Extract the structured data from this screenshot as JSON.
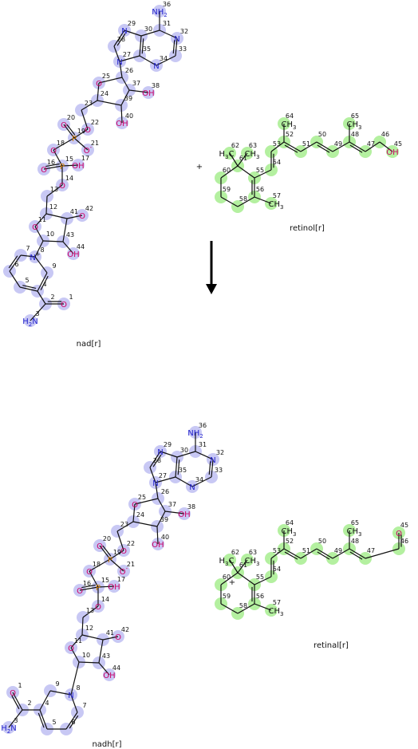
{
  "reaction": {
    "reactants": [
      {
        "name": "nad[r]"
      },
      {
        "name": "retinol[r]"
      }
    ],
    "products": [
      {
        "name": "nadh[r]"
      },
      {
        "name": "retinal[r]"
      }
    ],
    "plus_sign": "+",
    "arrow_direction": "down"
  },
  "colors": {
    "nucleotide_highlight": "#c8c8f4",
    "retinoid_highlight": "#b4f0a0",
    "oxygen": "#cc0066",
    "nitrogen": "#2222cc",
    "phosphorus": "#cc7a00"
  },
  "atom_labels": {
    "nh2": "NH",
    "nh2_sub": "2",
    "h2n": "H",
    "h2n_sub": "2",
    "h2n_n": "N",
    "n": "N",
    "n_plus": "+",
    "o": "O",
    "oh": "OH",
    "p": "P",
    "o_minus": "-",
    "ch3": "CH",
    "ch3_sub": "3",
    "h3c": "H",
    "h3c_sub": "3",
    "h3c_c": "C"
  }
}
